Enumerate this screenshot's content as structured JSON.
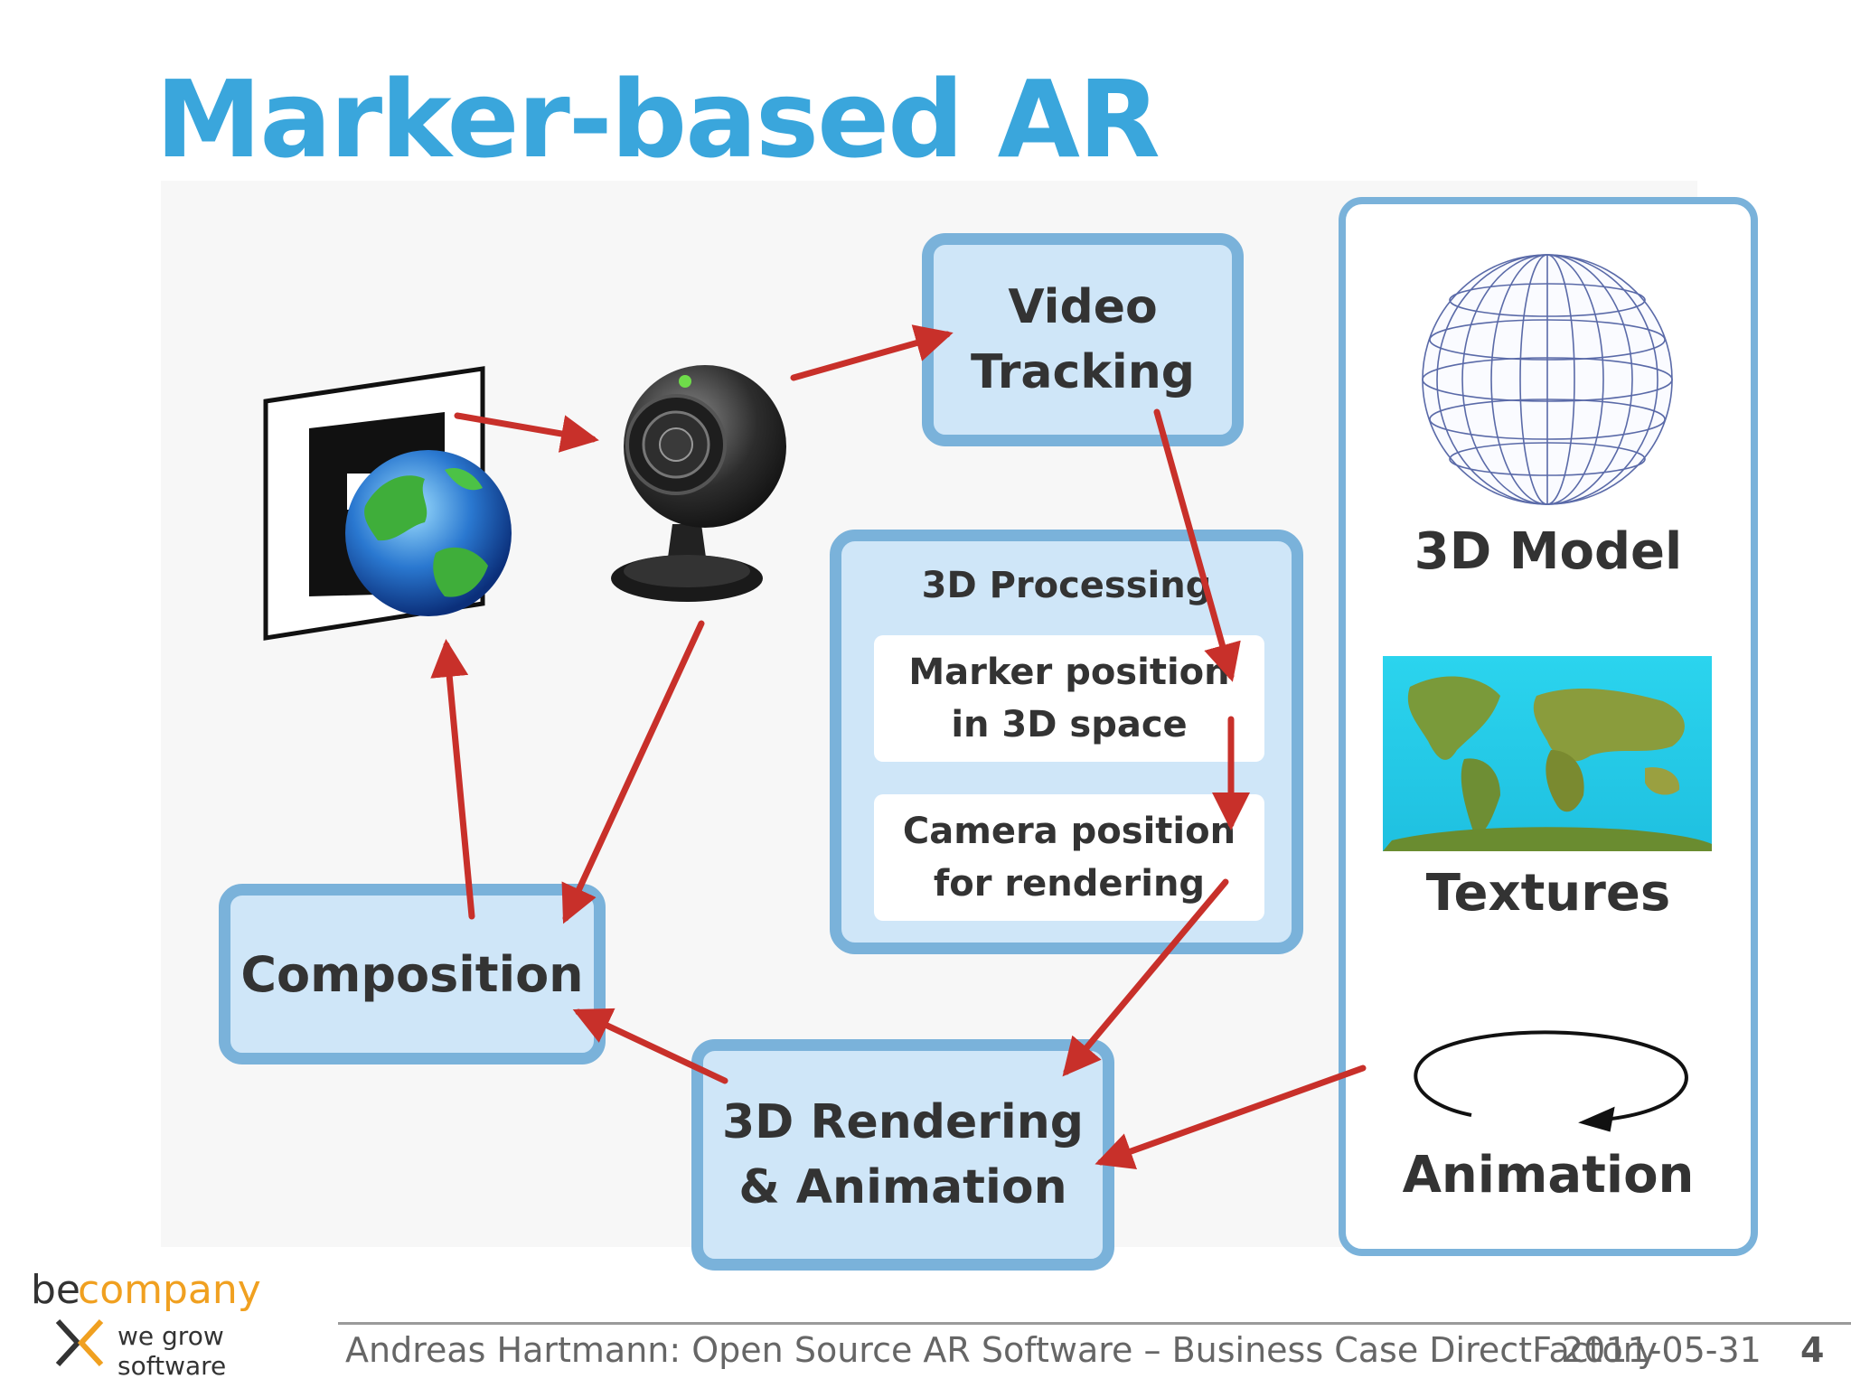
{
  "slide": {
    "title": "Marker-based AR"
  },
  "boxes": {
    "video_tracking": "Video\nTracking",
    "composition": "Composition",
    "rendering": "3D Rendering\n& Animation"
  },
  "processing": {
    "title": "3D Processing",
    "marker_position": "Marker position\nin 3D space",
    "camera_position": "Camera position\nfor rendering"
  },
  "resources": {
    "model": "3D Model",
    "textures": "Textures",
    "animation": "Animation"
  },
  "footer": {
    "text": "Andreas Hartmann: Open Source AR Software – Business Case DirectFactory",
    "date": "2011-05-31",
    "page": "4"
  },
  "logo": {
    "be": "be",
    "company": "company",
    "tagline": "we grow software"
  },
  "colors": {
    "title": "#3aa6dc",
    "box_fill": "#cfe6f8",
    "box_border": "#7ab2da",
    "arrow": "#c8302a",
    "logo_accent": "#f0a020"
  },
  "icons": [
    "ar-marker-icon",
    "globe-icon",
    "webcam-icon",
    "wireframe-sphere-icon",
    "world-map-texture-icon",
    "rotation-arrow-icon"
  ]
}
